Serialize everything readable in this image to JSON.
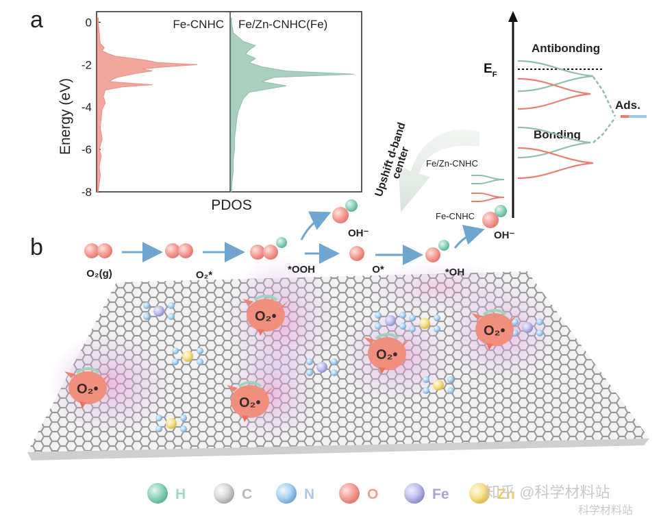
{
  "panel_a": {
    "label": "a",
    "ylabel": "Energy (eV)",
    "xlabel": "PDOS",
    "yticks": [
      "0",
      "-2",
      "-4",
      "-6",
      "-8"
    ],
    "ylim": [
      -8,
      0.5
    ],
    "left_title": "Fe-CNHC",
    "right_title": "Fe/Zn-CNHC(Fe)",
    "left_color": "#f1a79c",
    "right_color": "#a8cfc0"
  },
  "chart_data": {
    "type": "area",
    "ylabel": "Energy (eV)",
    "xlabel": "PDOS",
    "ylim": [
      -8,
      0.5
    ],
    "series": [
      {
        "name": "Fe-CNHC",
        "points": [
          [
            0.2,
            0.01
          ],
          [
            0,
            0.01
          ],
          [
            -0.5,
            0.02
          ],
          [
            -1.0,
            0.03
          ],
          [
            -1.2,
            0.07
          ],
          [
            -1.35,
            0.05
          ],
          [
            -1.5,
            0.12
          ],
          [
            -1.6,
            0.18
          ],
          [
            -1.7,
            0.35
          ],
          [
            -1.8,
            0.5
          ],
          [
            -1.9,
            0.6
          ],
          [
            -2.0,
            1.0
          ],
          [
            -2.1,
            0.7
          ],
          [
            -2.2,
            0.45
          ],
          [
            -2.3,
            0.55
          ],
          [
            -2.4,
            0.4
          ],
          [
            -2.5,
            0.3
          ],
          [
            -2.6,
            0.2
          ],
          [
            -2.7,
            0.15
          ],
          [
            -2.8,
            0.12
          ],
          [
            -2.95,
            0.55
          ],
          [
            -3.05,
            0.25
          ],
          [
            -3.2,
            0.08
          ],
          [
            -3.5,
            0.06
          ],
          [
            -3.8,
            0.08
          ],
          [
            -4.1,
            0.05
          ],
          [
            -4.5,
            0.04
          ],
          [
            -5.0,
            0.03
          ],
          [
            -5.5,
            0.05
          ],
          [
            -6.0,
            0.02
          ],
          [
            -6.3,
            0.04
          ],
          [
            -6.8,
            0.02
          ],
          [
            -7.2,
            0.03
          ],
          [
            -7.6,
            0.02
          ],
          [
            -8.0,
            0.01
          ]
        ]
      },
      {
        "name": "Fe/Zn-CNHC(Fe)",
        "points": [
          [
            0.2,
            0.005
          ],
          [
            0,
            0.005
          ],
          [
            -0.5,
            0.02
          ],
          [
            -0.9,
            0.1
          ],
          [
            -1.1,
            0.2
          ],
          [
            -1.3,
            0.15
          ],
          [
            -1.5,
            0.12
          ],
          [
            -1.7,
            0.2
          ],
          [
            -1.9,
            0.15
          ],
          [
            -2.1,
            0.25
          ],
          [
            -2.3,
            0.45
          ],
          [
            -2.45,
            1.0
          ],
          [
            -2.6,
            0.35
          ],
          [
            -2.8,
            0.25
          ],
          [
            -3.0,
            0.45
          ],
          [
            -3.15,
            0.3
          ],
          [
            -3.3,
            0.15
          ],
          [
            -3.6,
            0.1
          ],
          [
            -3.9,
            0.08
          ],
          [
            -4.2,
            0.06
          ],
          [
            -4.5,
            0.05
          ],
          [
            -5.0,
            0.04
          ],
          [
            -5.5,
            0.03
          ],
          [
            -6.0,
            0.03
          ],
          [
            -6.5,
            0.02
          ],
          [
            -7.0,
            0.02
          ],
          [
            -7.5,
            0.01
          ],
          [
            -8.0,
            0.005
          ]
        ]
      }
    ]
  },
  "panel_b": {
    "label": "b",
    "steps": [
      "O₂(g)",
      "O₂*",
      "*OOH",
      "O*",
      "*OH"
    ],
    "oh_labels": [
      "OH⁻",
      "OH⁻"
    ],
    "radical": "O₂•"
  },
  "band_diagram": {
    "ef_label": "E_F",
    "antibonding": "Antibonding",
    "bonding": "Bonding",
    "ads": "Ads.",
    "arrow_text_line1": "Upshift d-band",
    "arrow_text_line2": "center",
    "legend_1": "Fe/Zn-CNHC",
    "legend_2": "Fe-CNHC",
    "color_1": "#8fbfa8",
    "color_2": "#ec7d72"
  },
  "legend": {
    "items": [
      {
        "label": "H",
        "color": "#8fd3bc",
        "text_color": "#9fd9c4"
      },
      {
        "label": "C",
        "color": "#c8c8c8",
        "text_color": "#b9b9b9"
      },
      {
        "label": "N",
        "color": "#9cc8ea",
        "text_color": "#a9c9e6"
      },
      {
        "label": "O",
        "color": "#f4a8a4",
        "text_color": "#f39a94"
      },
      {
        "label": "Fe",
        "color": "#b7b6e6",
        "text_color": "#a6a4d8"
      },
      {
        "label": "Zn",
        "color": "#f6e08a",
        "text_color": "#e8c95a"
      }
    ]
  },
  "watermark": {
    "line1": "知乎 @科学材料站",
    "line2": "科学材料站"
  }
}
